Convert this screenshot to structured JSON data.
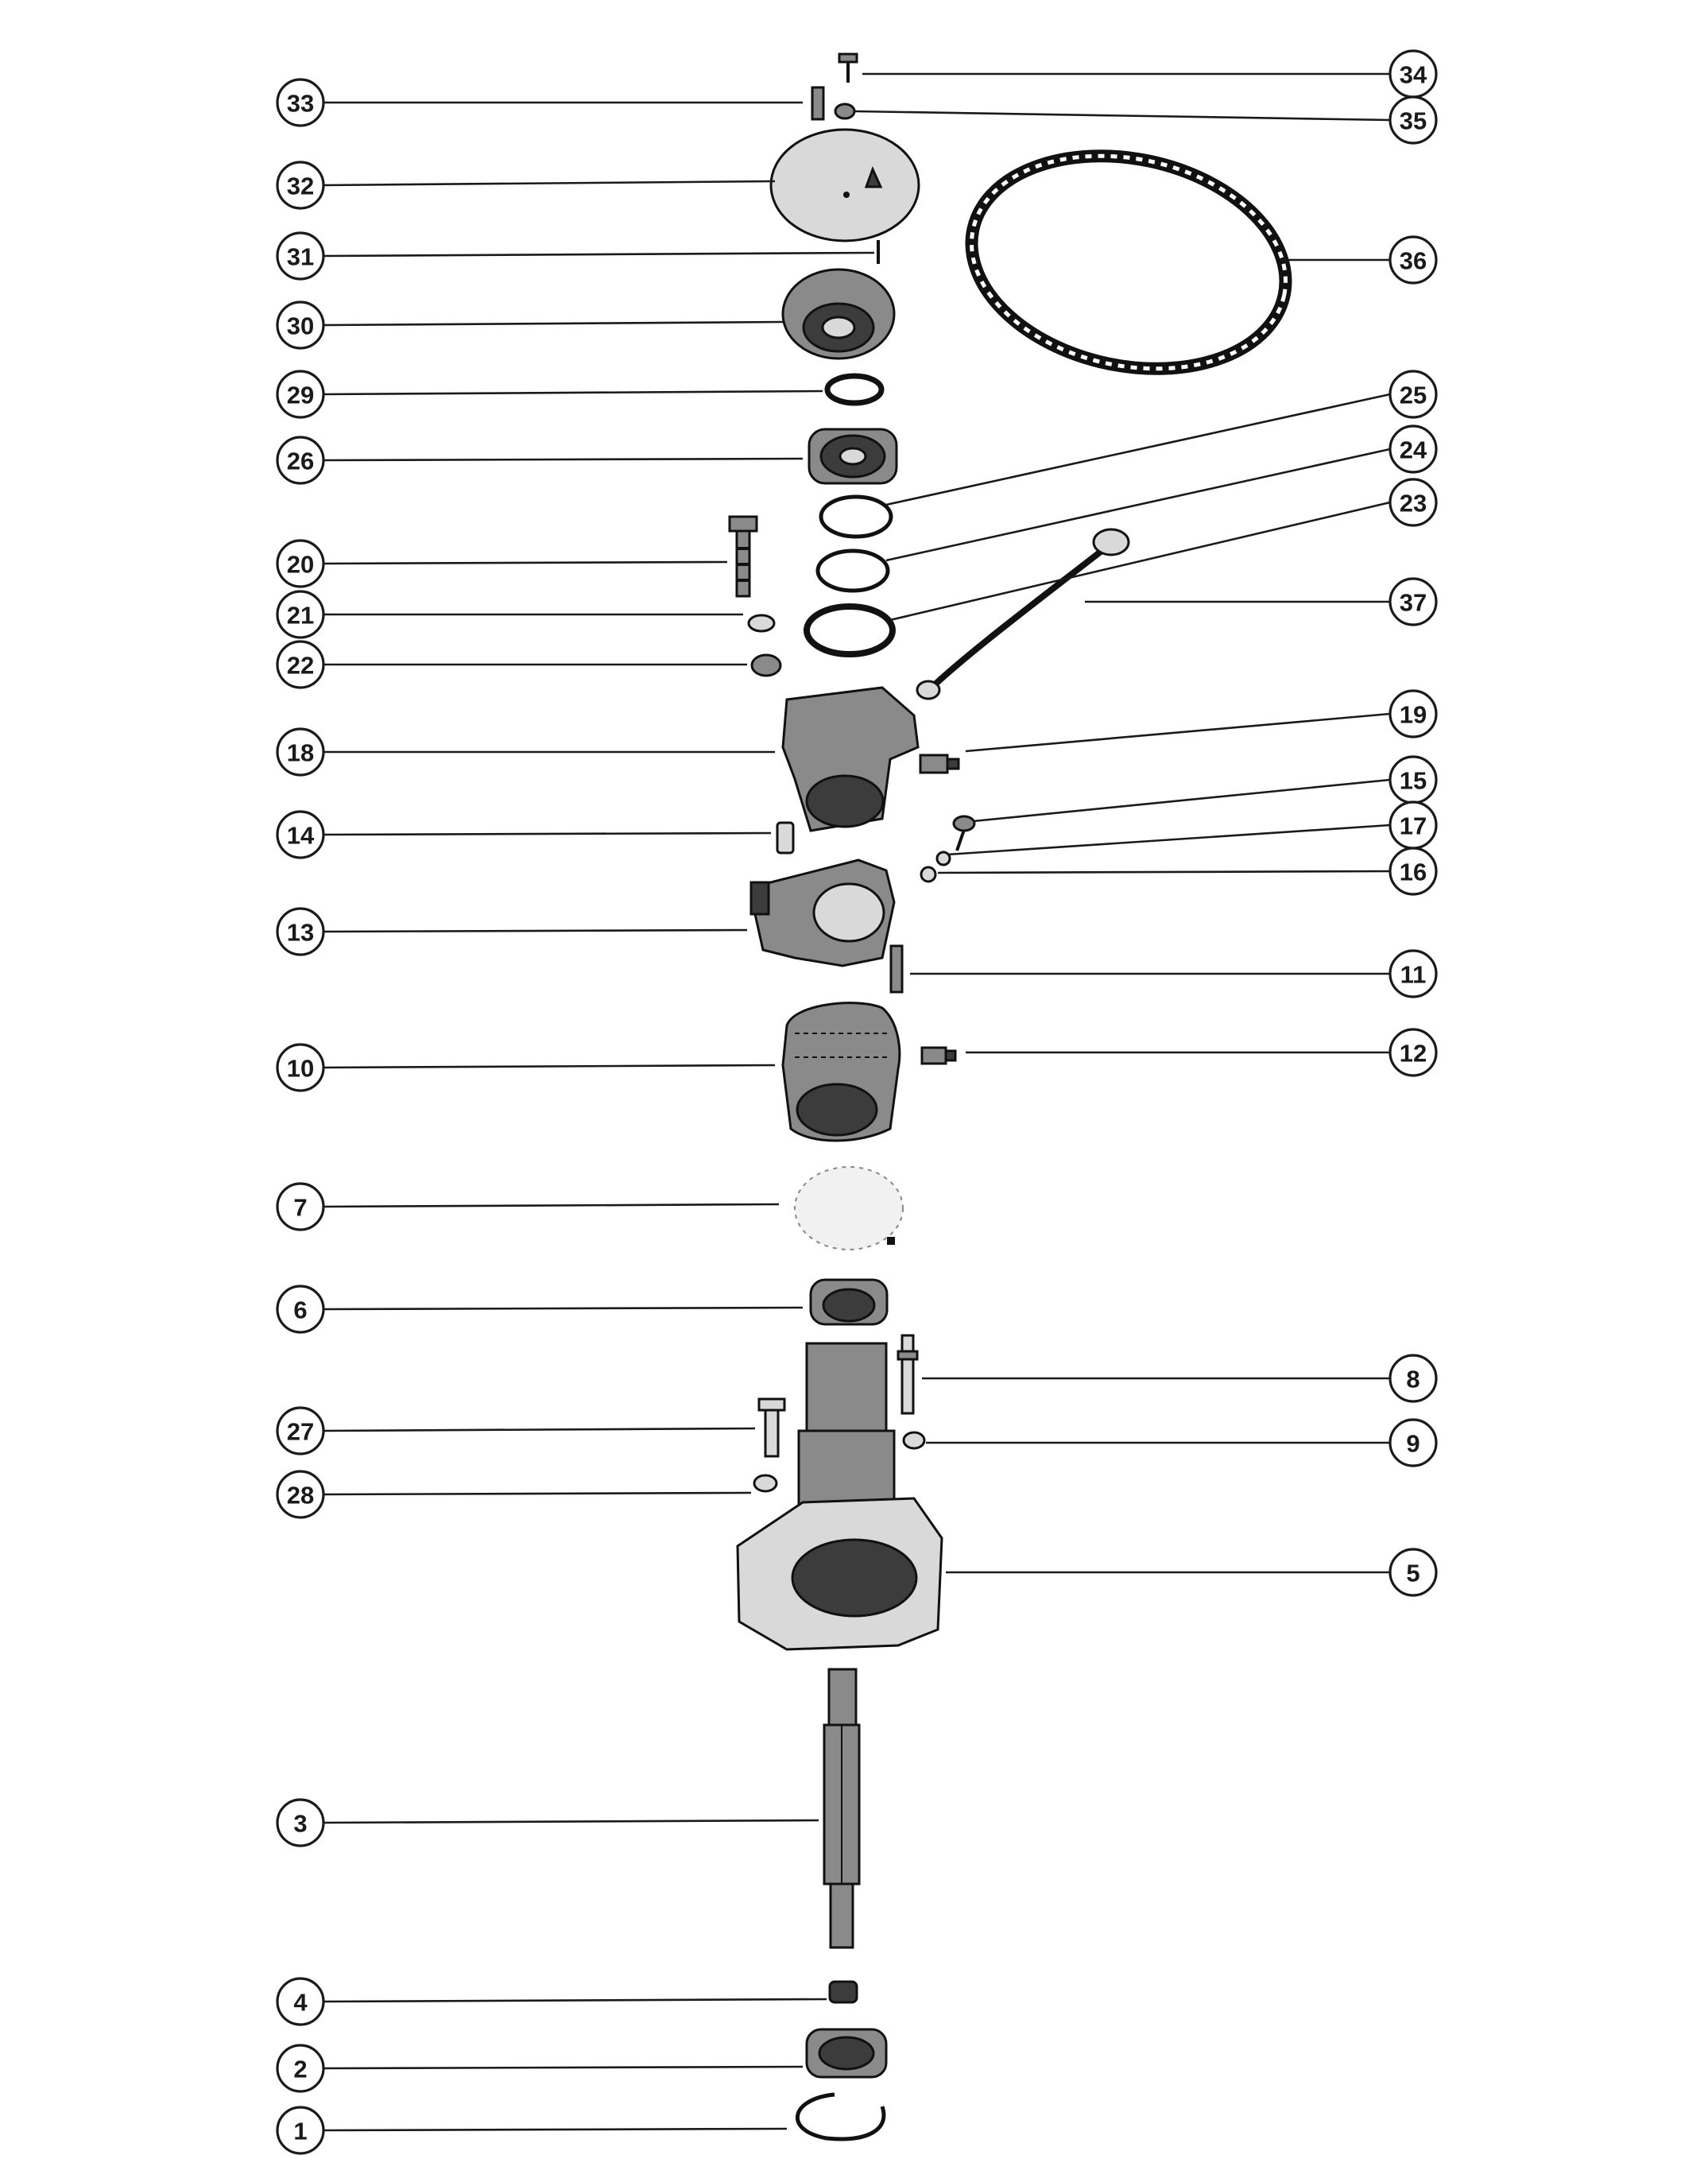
{
  "callouts": [
    {
      "label": "33"
    },
    {
      "label": "34"
    },
    {
      "label": "35"
    },
    {
      "label": "32"
    },
    {
      "label": "36"
    },
    {
      "label": "31"
    },
    {
      "label": "30"
    },
    {
      "label": "29"
    },
    {
      "label": "25"
    },
    {
      "label": "26"
    },
    {
      "label": "24"
    },
    {
      "label": "23"
    },
    {
      "label": "20"
    },
    {
      "label": "37"
    },
    {
      "label": "21"
    },
    {
      "label": "22"
    },
    {
      "label": "19"
    },
    {
      "label": "18"
    },
    {
      "label": "15"
    },
    {
      "label": "17"
    },
    {
      "label": "14"
    },
    {
      "label": "16"
    },
    {
      "label": "13"
    },
    {
      "label": "11"
    },
    {
      "label": "12"
    },
    {
      "label": "10"
    },
    {
      "label": "7"
    },
    {
      "label": "6"
    },
    {
      "label": "8"
    },
    {
      "label": "27"
    },
    {
      "label": "9"
    },
    {
      "label": "28"
    },
    {
      "label": "5"
    },
    {
      "label": "3"
    },
    {
      "label": "4"
    },
    {
      "label": "2"
    },
    {
      "label": "1"
    }
  ]
}
